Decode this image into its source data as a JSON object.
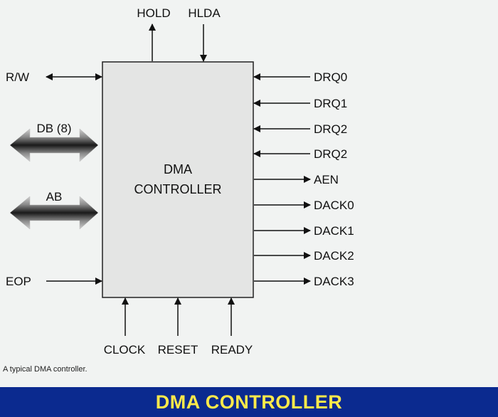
{
  "block": {
    "line1": "DMA",
    "line2": "CONTROLLER"
  },
  "signals": {
    "top": [
      "HOLD",
      "HLDA"
    ],
    "left": [
      "R/W",
      "DB (8)",
      "AB",
      "EOP"
    ],
    "right": [
      "DRQ0",
      "DRQ1",
      "DRQ2",
      "DRQ2",
      "AEN",
      "DACK0",
      "DACK1",
      "DACK2",
      "DACK3"
    ],
    "bottom": [
      "CLOCK",
      "RESET",
      "READY"
    ]
  },
  "caption": "A typical DMA controller.",
  "banner": {
    "title": "DMA CONTROLLER"
  },
  "colors": {
    "background": "#f1f3f2",
    "banner": "#0b2a8f",
    "banner_text": "#ffe94a",
    "block_fill": "#e4e5e4"
  }
}
